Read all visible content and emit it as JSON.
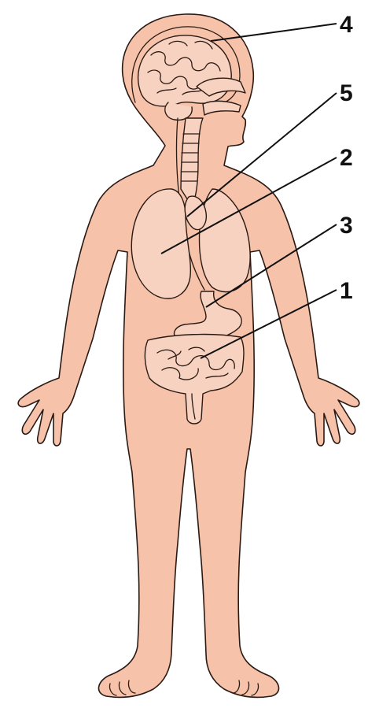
{
  "colors": {
    "skin": "#f6c2aa",
    "organ": "#f8d2c0",
    "outline": "#2a1a14",
    "leader": "#111111"
  },
  "labels": [
    {
      "id": "label-4",
      "text": "4",
      "organ": "brain"
    },
    {
      "id": "label-5",
      "text": "5",
      "organ": "trachea"
    },
    {
      "id": "label-2",
      "text": "2",
      "organ": "lungs"
    },
    {
      "id": "label-3",
      "text": "3",
      "organ": "stomach"
    },
    {
      "id": "label-1",
      "text": "1",
      "organ": "intestines"
    }
  ]
}
